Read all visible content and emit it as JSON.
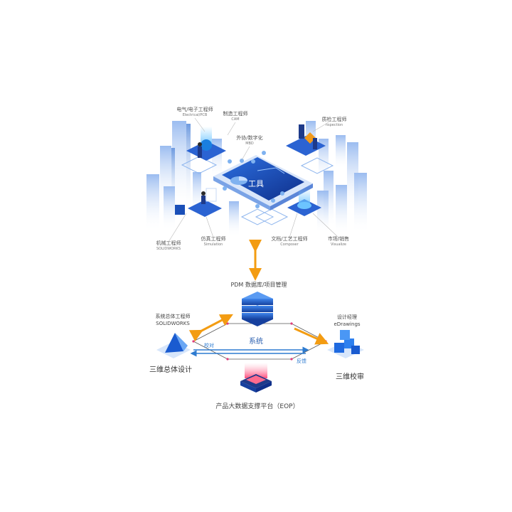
{
  "colors": {
    "accent_orange": "#f39c12",
    "platform_blue": "#1f4fb4",
    "light_blue": "#7fb2f0",
    "building": "#c7daf7",
    "arrow_blue": "#2d7bd0"
  },
  "top": {
    "center_label": "工具",
    "roles": {
      "electrical": {
        "cn": "电气/电子工程师",
        "en": "Electrical/PCB"
      },
      "manufacturing": {
        "cn": "制造工程师",
        "en": "CAM"
      },
      "outsourcing": {
        "cn": "外协/数字化",
        "en": "MBD"
      },
      "inspection": {
        "cn": "质检工程师",
        "en": "nspection"
      },
      "mechanical": {
        "cn": "机械工程师",
        "en": "SOLIDWORKS"
      },
      "simulation": {
        "cn": "仿真工程师",
        "en": "Simulation"
      },
      "documentation": {
        "cn": "文档/工艺工程师",
        "en": "Composer"
      },
      "marketing": {
        "cn": "市场/销售",
        "en": "Visualize"
      }
    }
  },
  "bottom": {
    "pdm_label": "PDM 数据库/项目管理",
    "system_label": "系统",
    "left_role_cn": "系统总体工程师",
    "left_role_en": "SOLIDWORKS",
    "left_caption": "三维总体设计",
    "right_role_cn": "设计经理",
    "right_role_en": "eDrawings",
    "right_caption": "三维校审",
    "check_label": "校对",
    "feedback_label": "反馈",
    "platform_label": "产品大数据支撑平台（EOP）"
  }
}
